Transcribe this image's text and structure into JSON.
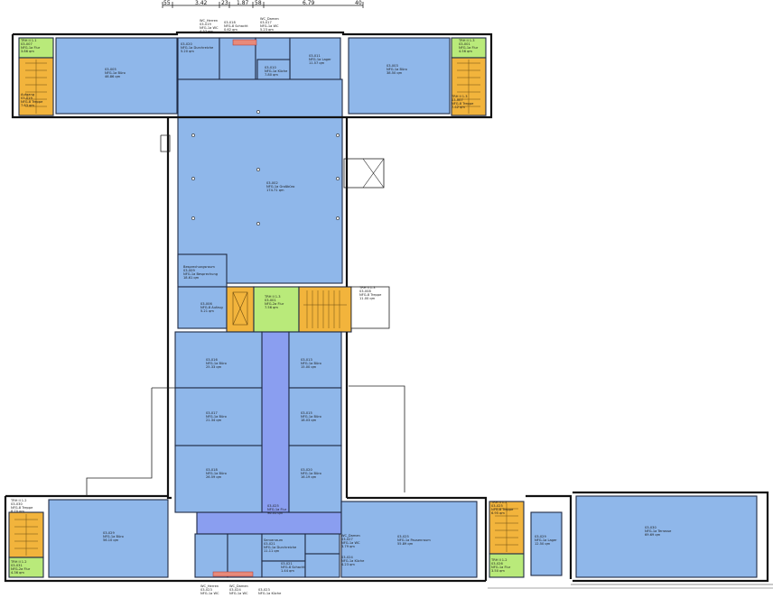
{
  "dimensions": {
    "values": [
      "55",
      "3.42",
      "23",
      "1.87",
      "58",
      "6.79",
      "40"
    ]
  },
  "rooms": {
    "wc_herren_top": {
      "l1": "WC_Herren",
      "l2": "03-019",
      "l3": "NFG-1a WC",
      "l4": "4.37 qm"
    },
    "schacht_top": {
      "l1": "03-018",
      "l2": "NFG-8 Schacht",
      "l3": "0.62 qm"
    },
    "wc_damen_top": {
      "l1": "WC_Damen",
      "l2": "03-017",
      "l3": "NFG-1a WC",
      "l4": "5.23 qm"
    },
    "lager_top": {
      "l1": "03-011",
      "l2": "NFG-1a Lager",
      "l3": "11.57 qm"
    },
    "kueche_top": {
      "l1": "03-010",
      "l2": "NFG-1a Küche",
      "l3": "7.80 qm"
    },
    "durchreiche_top": {
      "l1": "03-020",
      "l2": "NFG-1a Durchreiche",
      "l3": "5.20 qm"
    },
    "flur_nw": {
      "l1": "TRH II 1.1",
      "l2": "03-007",
      "l3": "NFG-1a Flur",
      "l4": "3.86 qm"
    },
    "treppe_nw": {
      "l1": "Aufgang",
      "l2": "03-019",
      "l3": "NFG-8 Treppe",
      "l4": "7.63 qm"
    },
    "buero_nw": {
      "l1": "03-005",
      "l2": "NFG-1a Büro",
      "l3": "46.86 qm"
    },
    "buero_ne": {
      "l1": "03-003",
      "l2": "NFG-1a Büro",
      "l3": "38.50 qm"
    },
    "flur_ne": {
      "l1": "TRH II 1.3",
      "l2": "03-001",
      "l3": "NFG-1a Flur",
      "l4": "4.56 qm"
    },
    "treppe_ne": {
      "l1": "TRH II 1.3",
      "l2": "03-007",
      "l3": "NFG-8 Treppe",
      "l4": "7.62 qm"
    },
    "grossbuero": {
      "l1": "03-002",
      "l2": "NFG-1a Großbüro",
      "l3": "174.71 qm"
    },
    "besprechung": {
      "l1": "Besprechungsraum",
      "l2": "03-009",
      "l3": "NFG-1a Besprechung",
      "l4": "18.61 qm"
    },
    "aufzug": {
      "l1": "03-006",
      "l2": "NFG-8 Aufzug",
      "l3": "5.21 qm"
    },
    "flur_mid": {
      "l1": "TRH II 1.3",
      "l2": "03-001",
      "l3": "NFG-2a Flur",
      "l4": "7.56 qm"
    },
    "treppe_mid": {
      "l1": "TRH II 1.3",
      "l2": "03-008",
      "l3": "NFG-8 Treppe",
      "l4": "11.00 qm"
    },
    "buero_016": {
      "l1": "03-016",
      "l2": "NFG-1a Büro",
      "l3": "25.33 qm"
    },
    "buero_013": {
      "l1": "03-013",
      "l2": "NFG-1a Büro",
      "l3": "15.00 qm"
    },
    "buero_017": {
      "l1": "03-017",
      "l2": "NFG-1a Büro",
      "l3": "21.34 qm"
    },
    "buero_015": {
      "l1": "03-015",
      "l2": "NFG-1a Büro",
      "l3": "18.03 qm"
    },
    "buero_018": {
      "l1": "03-018",
      "l2": "NFG-1a Büro",
      "l3": "26.59 qm"
    },
    "buero_020": {
      "l1": "03-020",
      "l2": "NFG-1a Büro",
      "l3": "16.19 qm"
    },
    "flur_main": {
      "l1": "03-025",
      "l2": "NFG-1a Flur",
      "l3": "96.31 qm"
    },
    "treppe_sw": {
      "l1": "TRH II 1.2",
      "l2": "03-030",
      "l3": "NFG-8 Treppe",
      "l4": "8.70 qm"
    },
    "flur_sw": {
      "l1": "TRH II 1.2",
      "l2": "03-031",
      "l3": "NFG-2a Flur",
      "l4": "4.36 qm"
    },
    "buero_sw": {
      "l1": "03-029",
      "l2": "NFG-1a Büro",
      "l3": "56.10 qm"
    },
    "serverraum": {
      "l1": "Serverraum",
      "l2": "03-021",
      "l3": "NFG-1a Durchreiche",
      "l4": "11.11 qm"
    },
    "schacht_bottom": {
      "l1": "03-021",
      "l2": "NFG-8 Schacht",
      "l3": "1.44 qm"
    },
    "wc_damen_bottom": {
      "l1": "WC_Damen",
      "l2": "03-027",
      "l3": "NFG-1a WC",
      "l4": "3.79 qm"
    },
    "kueche_bottom": {
      "l1": "03-024",
      "l2": "NFG-1a Küche",
      "l3": "4.23 qm"
    },
    "pausenraum": {
      "l1": "03-025",
      "l2": "NFG-1a Pausenraum",
      "l3": "55.89 qm"
    },
    "treppe_se": {
      "l1": "TRH II 1.2",
      "l2": "03-025",
      "l3": "NFG-8 Treppe",
      "l4": "6.95 qm"
    },
    "flur_se": {
      "l1": "TRH II 1.2",
      "l2": "03-026",
      "l3": "NFG-1a Flur",
      "l4": "3.50 qm"
    },
    "lager_se": {
      "l1": "03-029",
      "l2": "NFG-1a Lager",
      "l3": "12.50 qm"
    },
    "terrasse": {
      "l1": "03-030",
      "l2": "NFG-1a Terrasse",
      "l3": "69.69 qm"
    }
  },
  "bottom_labels": {
    "wc_herren": {
      "l1": "WC_Herren",
      "l2": "03-023",
      "l3": "NFG-1a WC"
    },
    "wc_damen": {
      "l1": "WC_Damen",
      "l2": "03-024",
      "l3": "NFG-1a WC"
    },
    "kueche": {
      "l1": "03-023",
      "l2": "NFG-1a Küche"
    }
  },
  "colors": {
    "office": "#8fb7ea",
    "corridor": "#8a9ef0",
    "stair": "#f2b43c",
    "landing": "#b9ea7a"
  }
}
